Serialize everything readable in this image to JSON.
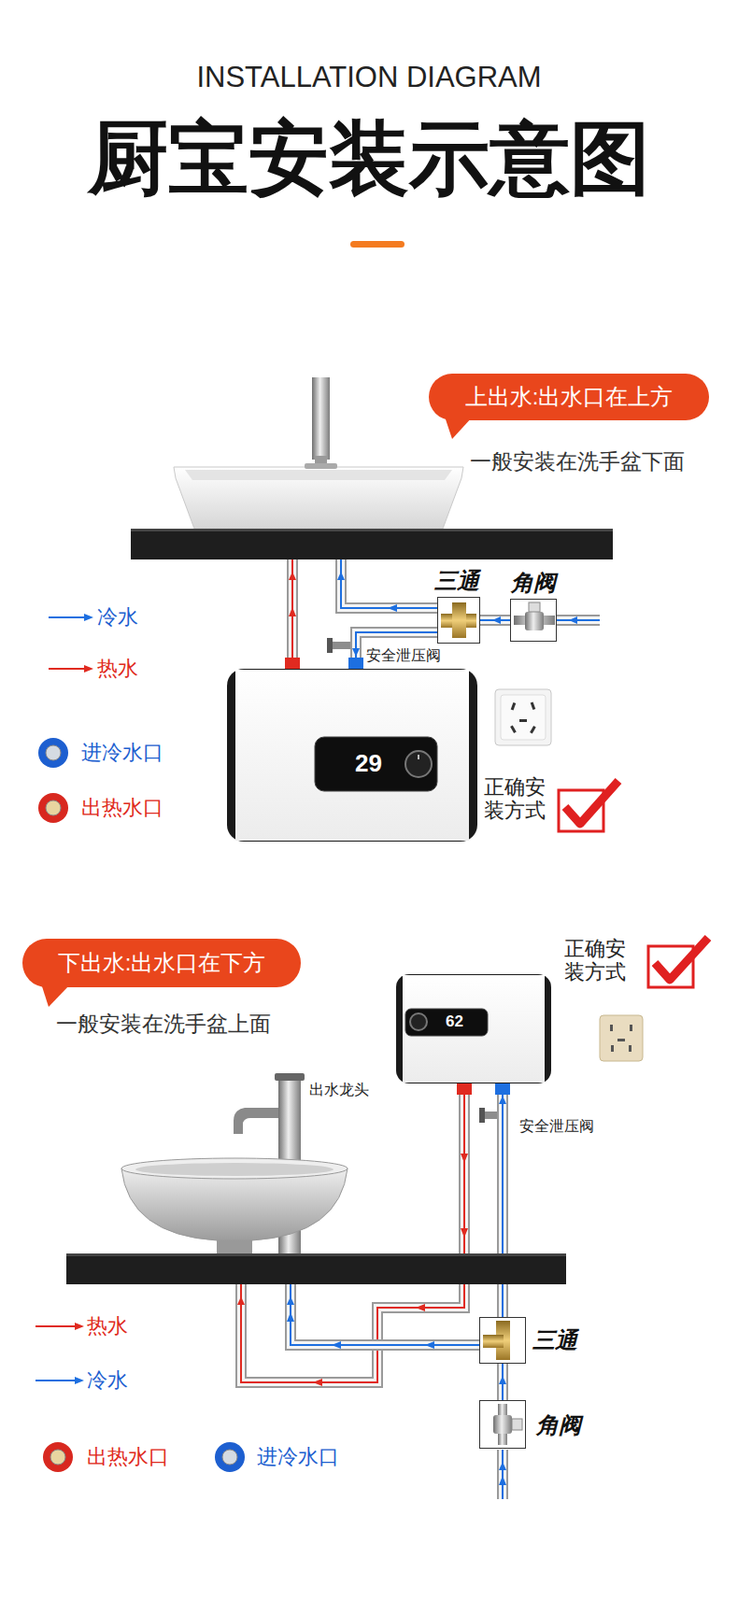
{
  "diagram": {
    "title": "厨宝安装示意图",
    "nodes": [
      {
        "text": [
          "上出水:出水口在上方"
        ]
      },
      {
        "text": [
          "29"
        ]
      },
      {
        "text": [
          "三通"
        ]
      },
      {
        "text": [
          "角阀"
        ]
      },
      {
        "text": [
          "下出水:出水口在下方"
        ]
      },
      {
        "text": [
          "62"
        ]
      },
      {
        "text": [
          "三通"
        ]
      },
      {
        "text": [
          "角阀"
        ]
      }
    ],
    "edges": [
      {
        "from": 3,
        "to": 2,
        "arrow": "to"
      },
      {
        "from": 2,
        "to": 1,
        "arrow": "to"
      },
      {
        "from": 7,
        "to": 6,
        "arrow": "to"
      },
      {
        "from": 6,
        "to": 5,
        "arrow": "to"
      }
    ],
    "labels": [
      "INSTALLATION DIAGRAM",
      "一般安装在洗手盆下面",
      "安全泄压阀",
      "正确安装方式",
      "一般安装在洗手盆上面",
      "出水龙头",
      "安全泄压阀",
      "正确安装方式"
    ],
    "legend": [
      {
        "text": "冷水"
      },
      {
        "text": "热水"
      },
      {
        "text": "进冷水口"
      },
      {
        "text": "出热水口"
      },
      {
        "text": "热水"
      },
      {
        "text": "冷水"
      },
      {
        "text": "出热水口"
      },
      {
        "text": "进冷水口"
      }
    ]
  }
}
